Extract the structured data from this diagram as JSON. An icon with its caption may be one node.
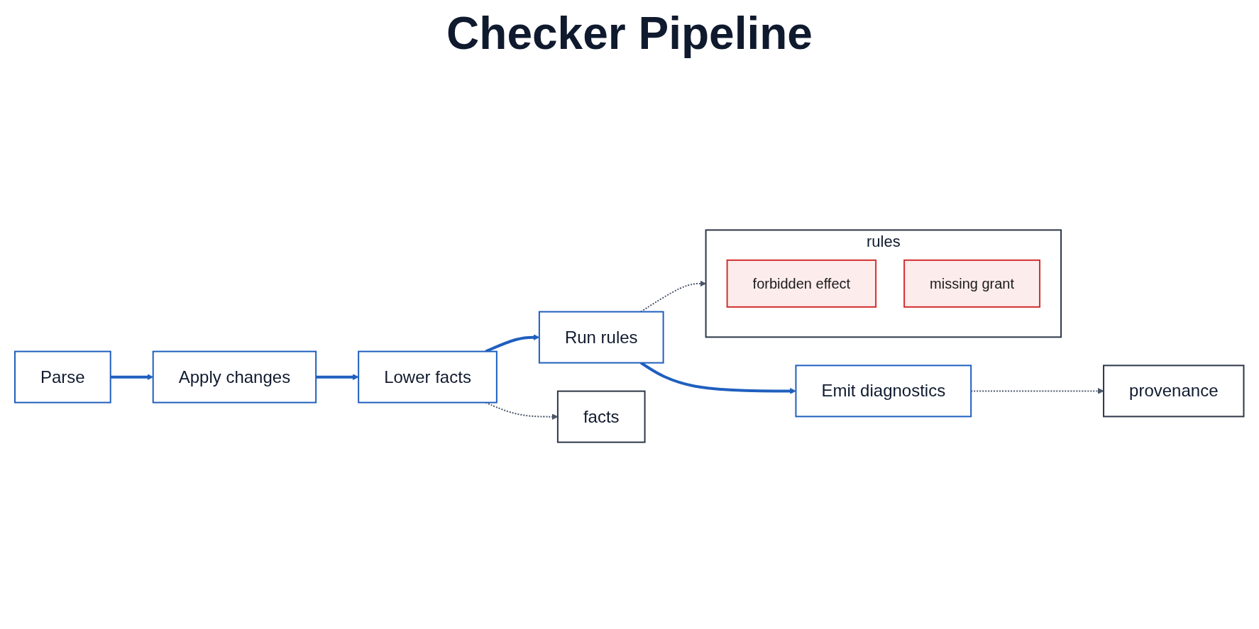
{
  "diagram": {
    "title": "Checker Pipeline",
    "nodes": [
      {
        "text": [
          "Parse"
        ]
      },
      {
        "text": [
          "Apply changes"
        ]
      },
      {
        "text": [
          "Lower facts"
        ]
      },
      {
        "text": [
          "Run rules"
        ]
      },
      {
        "text": [
          "Emit diagnostics"
        ]
      },
      {
        "text": [
          "facts"
        ]
      },
      {
        "text": [
          "rules"
        ]
      },
      {
        "text": [
          "forbidden effect"
        ],
        "in": 6
      },
      {
        "text": [
          "missing grant"
        ],
        "in": 6
      },
      {
        "text": [
          "provenance"
        ]
      }
    ],
    "edges": [
      {
        "from": 0,
        "to": 1,
        "arrow": "to"
      },
      {
        "from": 1,
        "to": 2,
        "arrow": "to"
      },
      {
        "from": 2,
        "to": 3,
        "arrow": "to"
      },
      {
        "from": 3,
        "to": 4,
        "arrow": "to"
      },
      {
        "from": 2,
        "to": 5,
        "arrow": "to",
        "style": "dashed",
        "color": "#4a5568"
      },
      {
        "from": 3,
        "to": 6,
        "arrow": "to",
        "style": "dashed",
        "color": "#4a5568"
      },
      {
        "from": 4,
        "to": 9,
        "arrow": "to",
        "style": "dashed",
        "color": "#4a5568"
      }
    ]
  }
}
